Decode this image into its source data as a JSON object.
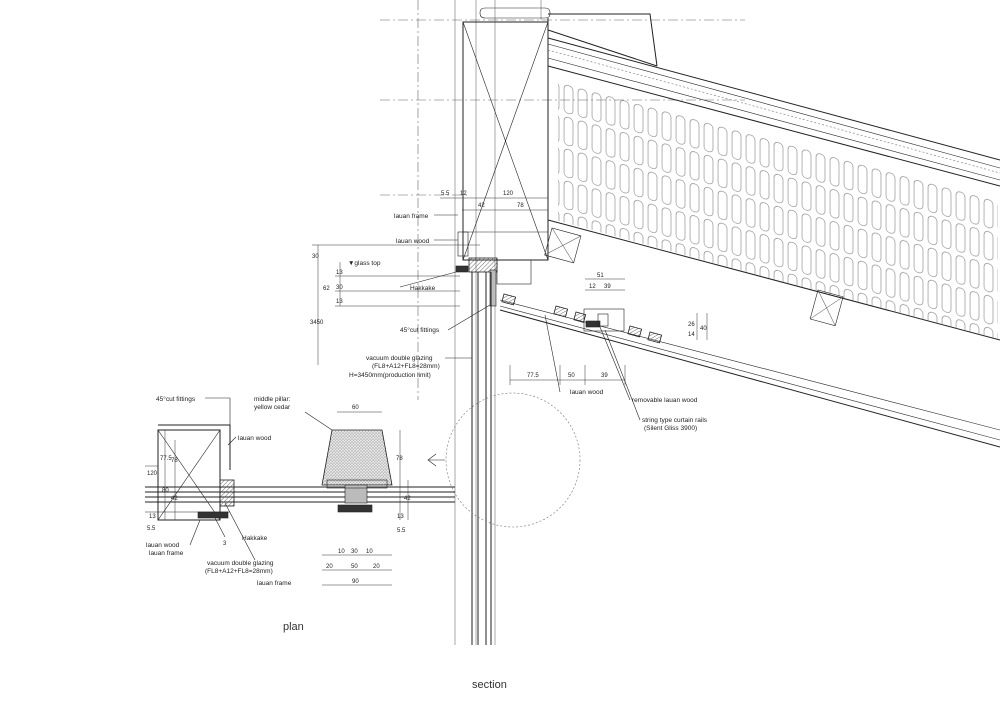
{
  "labels": {
    "plan": "plan",
    "section": "section"
  },
  "section_notes": {
    "lauan_frame": "lauan frame",
    "lauan_wood": "lauan wood",
    "glass_top": "▼glass top",
    "hakkake": "Hakkake",
    "cut_fittings": "45°cut fittings",
    "glazing_1": "vacuum double glazing",
    "glazing_2": "(FL8+A12+FL8=28mm)",
    "glazing_3": "H=3450mm(production limit)",
    "lauan_wood_lower": "lauan wood",
    "removable": "removable lauan wood",
    "rails_1": "string type curtain rails",
    "rails_2": "(Silent Gliss 3900)"
  },
  "section_dims": {
    "d_5_5": "5.5",
    "d_12": "12",
    "d_120": "120",
    "d_42": "42",
    "d_78": "78",
    "d_30": "30",
    "d_13a": "13",
    "d_30b": "30",
    "d_13b": "13",
    "d_62": "62",
    "d_3450": "3450",
    "d_51": "51",
    "d_12b": "12",
    "d_39": "39",
    "d_26": "26",
    "d_14": "14",
    "d_40": "40",
    "d_77_5": "77.5",
    "d_50": "50",
    "d_39b": "39"
  },
  "plan_notes": {
    "cut_fittings": "45°cut fittings",
    "middle_pillar_1": "middle pillar:",
    "middle_pillar_2": "yellow cedar",
    "lauan_wood": "lauan wood",
    "hakkake": "Hakkake",
    "lauan_wood_b": "lauan wood",
    "lauan_frame_b": "lauan frame",
    "glazing_1": "vacuum double glazing",
    "glazing_2": "(FL8+A12+FL8=28mm)",
    "lauan_frame_c": "lauan frame"
  },
  "plan_dims": {
    "d_77_5": "77.5",
    "d_78": "78",
    "d_120": "120",
    "d_80": "80",
    "d_42": "42",
    "d_13": "13",
    "d_5_5": "5.5",
    "d_60": "60",
    "d_78b": "78",
    "d_42b": "42",
    "d_13b": "13",
    "d_5_5b": "5.5",
    "d_3": "3",
    "d_10a": "10",
    "d_30": "30",
    "d_10b": "10",
    "d_20a": "20",
    "d_50": "50",
    "d_20b": "20",
    "d_90": "90"
  }
}
